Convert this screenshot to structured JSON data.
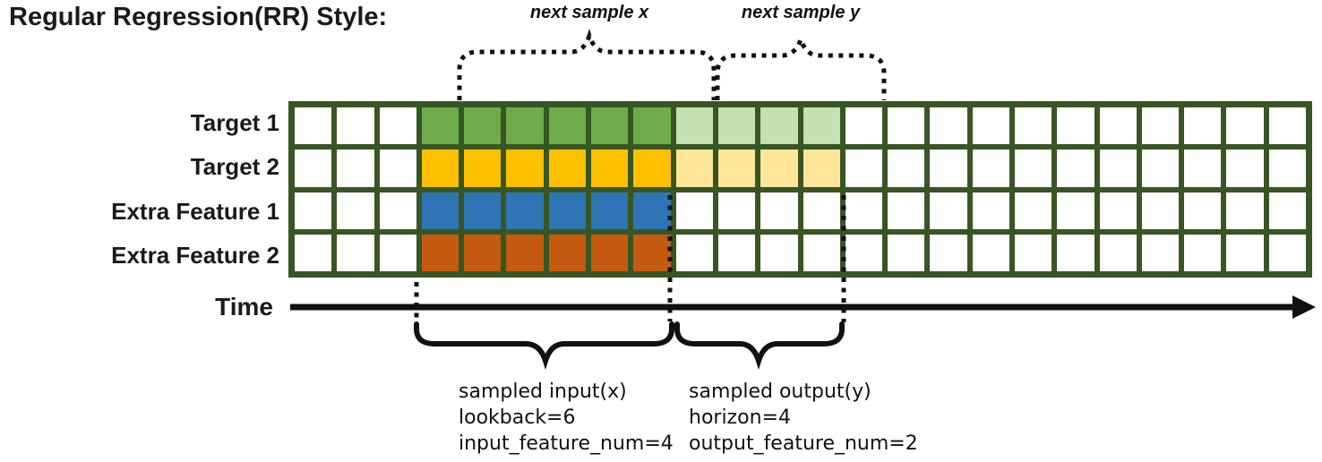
{
  "title": "Regular Regression(RR) Style:",
  "top_annotations": [
    {
      "label": "next sample x"
    },
    {
      "label": "next sample y"
    }
  ],
  "axis": {
    "label": "Time"
  },
  "rows": [
    {
      "label": "Target 1",
      "fill_color": "#6FAB4A",
      "output_fill_color": "#C5E0B4"
    },
    {
      "label": "Target 2",
      "fill_color": "#FFC000",
      "output_fill_color": "#FFE699"
    },
    {
      "label": "Extra Feature 1",
      "fill_color": "#2E75B6",
      "output_fill_color": null
    },
    {
      "label": "Extra Feature 2",
      "fill_color": "#C55A11",
      "output_fill_color": null
    }
  ],
  "grid": {
    "total_columns": 24,
    "lead_empty_columns": 3,
    "input_columns": 6,
    "output_columns": 4,
    "line_color": "#375623",
    "empty_cell_color": "#FFFFFF"
  },
  "bottom_annotations": [
    {
      "lines": [
        "sampled input(x)",
        "lookback=6",
        "input_feature_num=4"
      ]
    },
    {
      "lines": [
        "sampled output(y)",
        "horizon=4",
        "output_feature_num=2"
      ]
    }
  ],
  "colors": {
    "annotation": "#111111",
    "text": "#1a1a1a"
  }
}
